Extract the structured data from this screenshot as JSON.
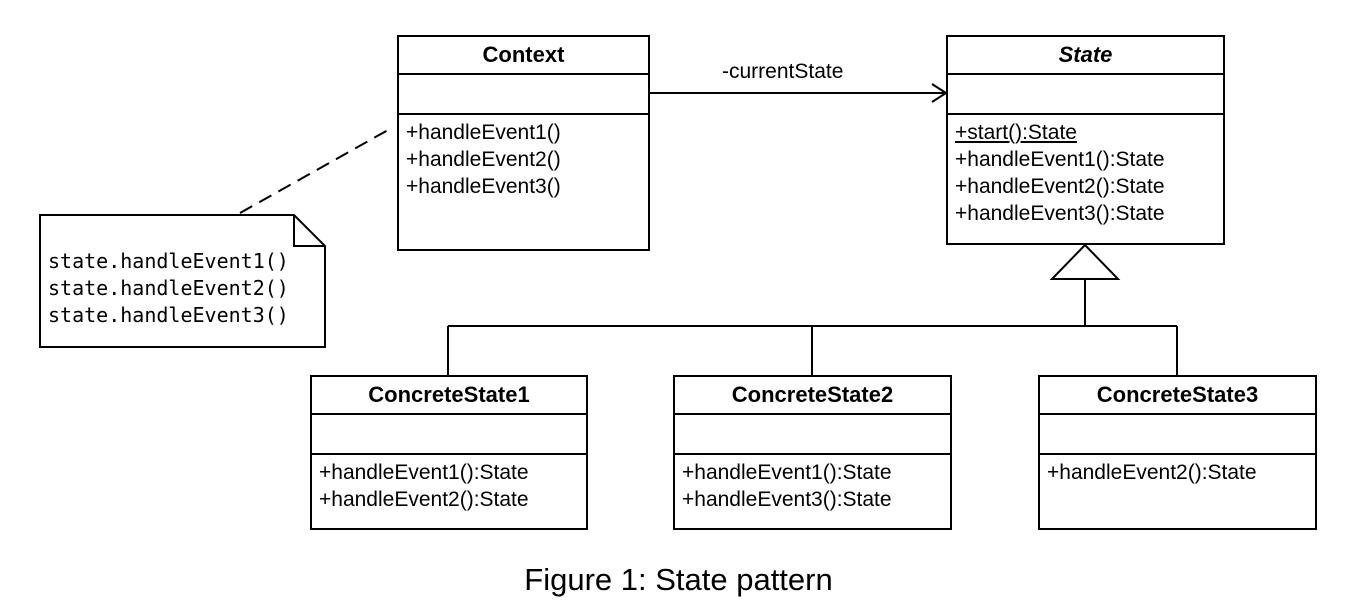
{
  "context": {
    "name": "Context",
    "operations": [
      "+handleEvent1()",
      "+handleEvent2()",
      "+handleEvent3()"
    ]
  },
  "state": {
    "name": "State",
    "operations": [
      "+start():State",
      "+handleEvent1():State",
      "+handleEvent2():State",
      "+handleEvent3():State"
    ]
  },
  "association_label": "-currentState",
  "note": {
    "lines": [
      "state.handleEvent1()",
      "state.handleEvent2()",
      "state.handleEvent3()"
    ]
  },
  "concrete_states": [
    {
      "name": "ConcreteState1",
      "operations": [
        "+handleEvent1():State",
        "+handleEvent2():State"
      ]
    },
    {
      "name": "ConcreteState2",
      "operations": [
        "+handleEvent1():State",
        "+handleEvent3():State"
      ]
    },
    {
      "name": "ConcreteState3",
      "operations": [
        "+handleEvent2():State"
      ]
    }
  ],
  "caption": "Figure 1: State pattern"
}
